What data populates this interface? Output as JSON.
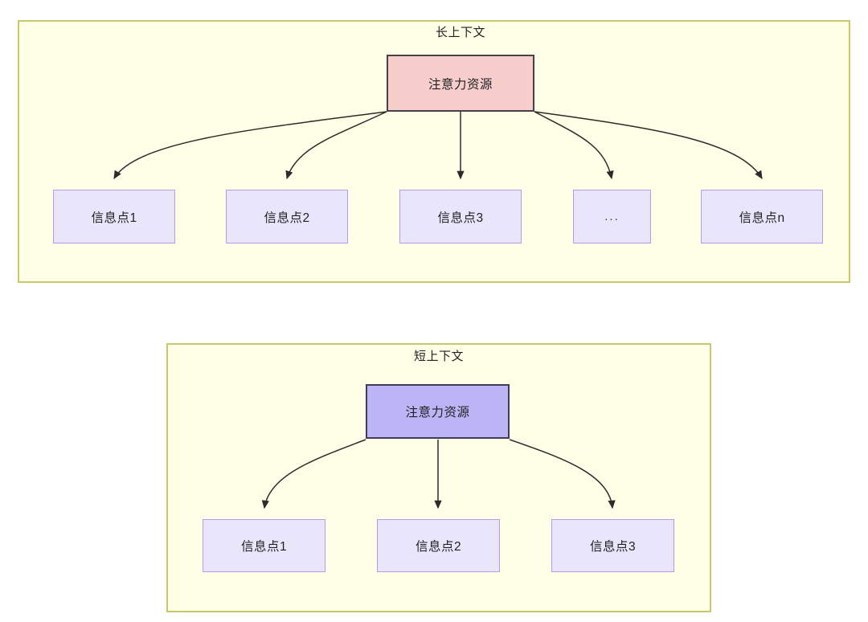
{
  "diagram": {
    "title_long": "长上下文",
    "title_short": "短上下文",
    "colors": {
      "panel_fill": "#fffee6",
      "panel_border": "#c9c96b",
      "attention_long_fill": "#f8cecc",
      "attention_long_border": "#44414a",
      "attention_short_fill": "#bcb5f5",
      "attention_short_border": "#3f3d56",
      "info_fill": "#e9e6fc",
      "info_border": "#b79ae8",
      "edge": "#2b2b2b"
    },
    "panels": [
      {
        "name": "long-context",
        "title": "长上下文",
        "root": {
          "label": "注意力资源"
        },
        "children": [
          {
            "label": "信息点1"
          },
          {
            "label": "信息点2"
          },
          {
            "label": "信息点3"
          },
          {
            "label": "..."
          },
          {
            "label": "信息点n"
          }
        ]
      },
      {
        "name": "short-context",
        "title": "短上下文",
        "root": {
          "label": "注意力资源"
        },
        "children": [
          {
            "label": "信息点1"
          },
          {
            "label": "信息点2"
          },
          {
            "label": "信息点3"
          }
        ]
      }
    ]
  }
}
